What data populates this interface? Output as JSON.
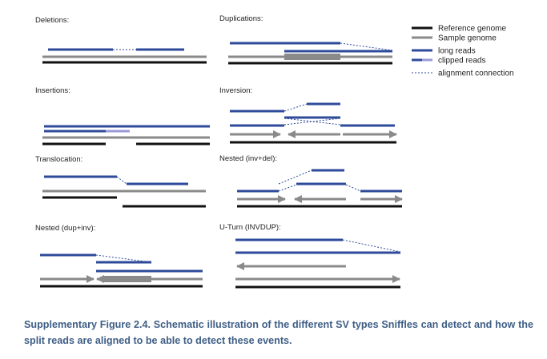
{
  "legend": {
    "reference": "Reference genome",
    "sample": "Sample genome",
    "long_reads": "long reads",
    "clipped_reads": "clipped reads",
    "alignment_connection": "alignment connection"
  },
  "panels": {
    "deletions": "Deletions:",
    "duplications": "Duplications:",
    "insertions": "Insertions:",
    "inversion": "Inversion:",
    "translocation": "Translocation:",
    "nested_inv_del": "Nested (inv+del):",
    "nested_dup_inv": "Nested (dup+inv):",
    "u_turn": "U-Turn (INVDUP):"
  },
  "caption": "Supplementary Figure 2.4. Schematic illustration of the different SV types Sniffles can detect and how the split reads are aligned to be able to detect these events.",
  "colors": {
    "reference": "#111111",
    "sample": "#8a8a8a",
    "long_read": "#2e4a9a",
    "clipped": "#9a9ad6",
    "caption": "#3e5e86"
  }
}
